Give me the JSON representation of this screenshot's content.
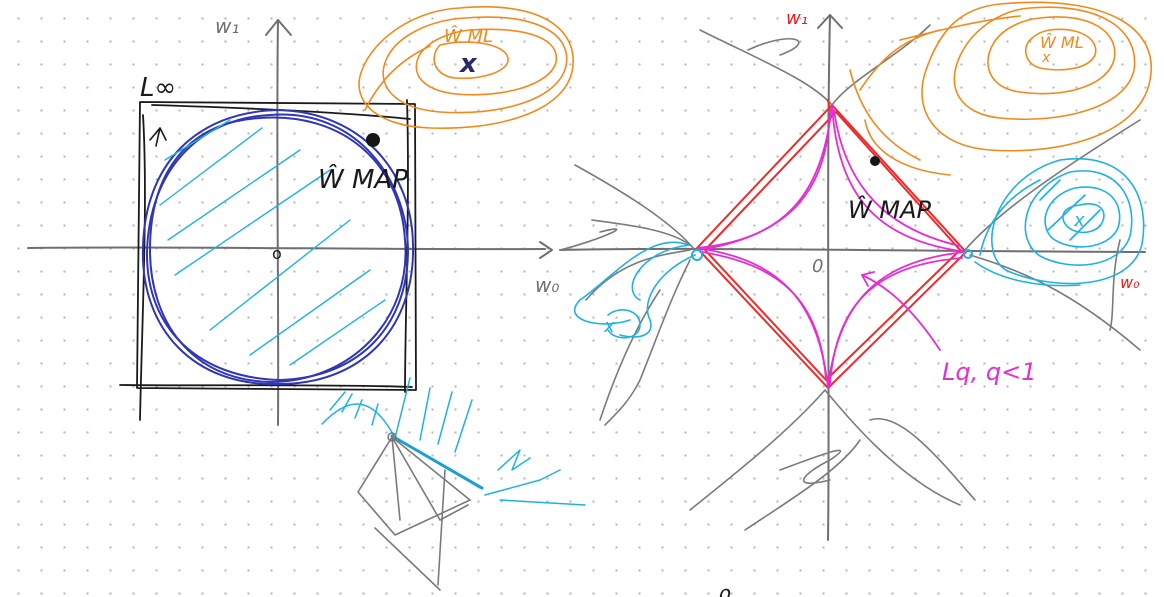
{
  "colors": {
    "axis": "#6f6f6f",
    "black": "#161616",
    "blue": "#3136b3",
    "cyan": "#1fb2e0",
    "orange": "#f08a1c",
    "red": "#ee2a2a",
    "magenta": "#e32fd1",
    "grey": "#7a7a7a"
  },
  "left_panel": {
    "axis_y_label": "w₁",
    "axis_x_label": "",
    "norm_label": "L∞",
    "ml_label": "Ŵ ML",
    "ml_marker": "x",
    "map_label": "Ŵ MAP",
    "origin_label": "o"
  },
  "right_panel": {
    "axis_y_label": "w₁",
    "axis_x_label": "w₀",
    "axis_x_label_right": "w₀",
    "origin_label": "0",
    "ml_label": "Ŵ ML",
    "ml_marker": "x",
    "map_label": "Ŵ MAP",
    "norm_label": "Lq, q<1",
    "cyan_right_marker": "x",
    "cyan_left_marker": "x"
  },
  "bottom_glyph": "ϱ"
}
